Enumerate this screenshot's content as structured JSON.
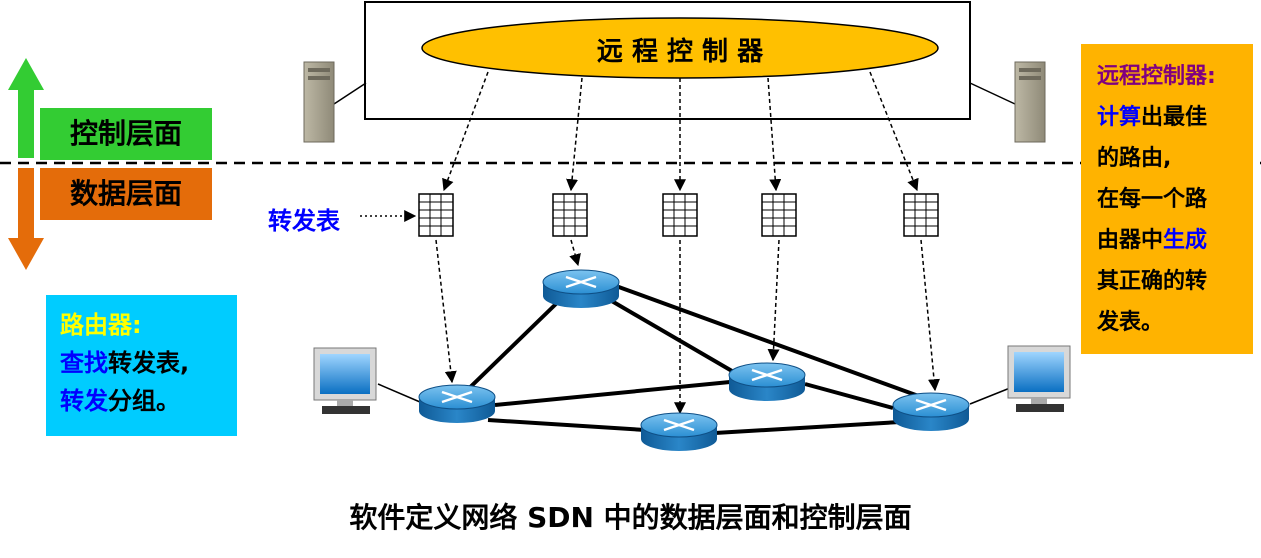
{
  "controller": {
    "label": "远 程 控 制 器"
  },
  "planes": {
    "control": "控制层面",
    "data": "数据层面"
  },
  "forwarding_table_label": "转发表",
  "router_box": {
    "title": "路由器:",
    "l2_blue": "查找",
    "l2_black": "转发表,",
    "l3_blue": "转发",
    "l3_black": "分组。"
  },
  "controller_box": {
    "title": "远程控制器:",
    "l2_blue": "计算",
    "l2_black": "出最佳",
    "l3": "的路由,",
    "l4": "在每一个路",
    "l5_black": "由器中",
    "l5_blue": "生成",
    "l6": "其正确的转",
    "l7": "发表。"
  },
  "caption": "软件定义网络 SDN 中的数据层面和控制层面",
  "colors": {
    "ellipse": "#ffc000",
    "control_green": "#33cc33",
    "data_orange": "#e46c0a",
    "cyan_box": "#00ccff",
    "amber_box": "#ffb300",
    "blue_text": "#0000ff",
    "purple_text": "#800080",
    "yellow_text": "#ffff00",
    "router_blue": "#1e7fc8"
  }
}
